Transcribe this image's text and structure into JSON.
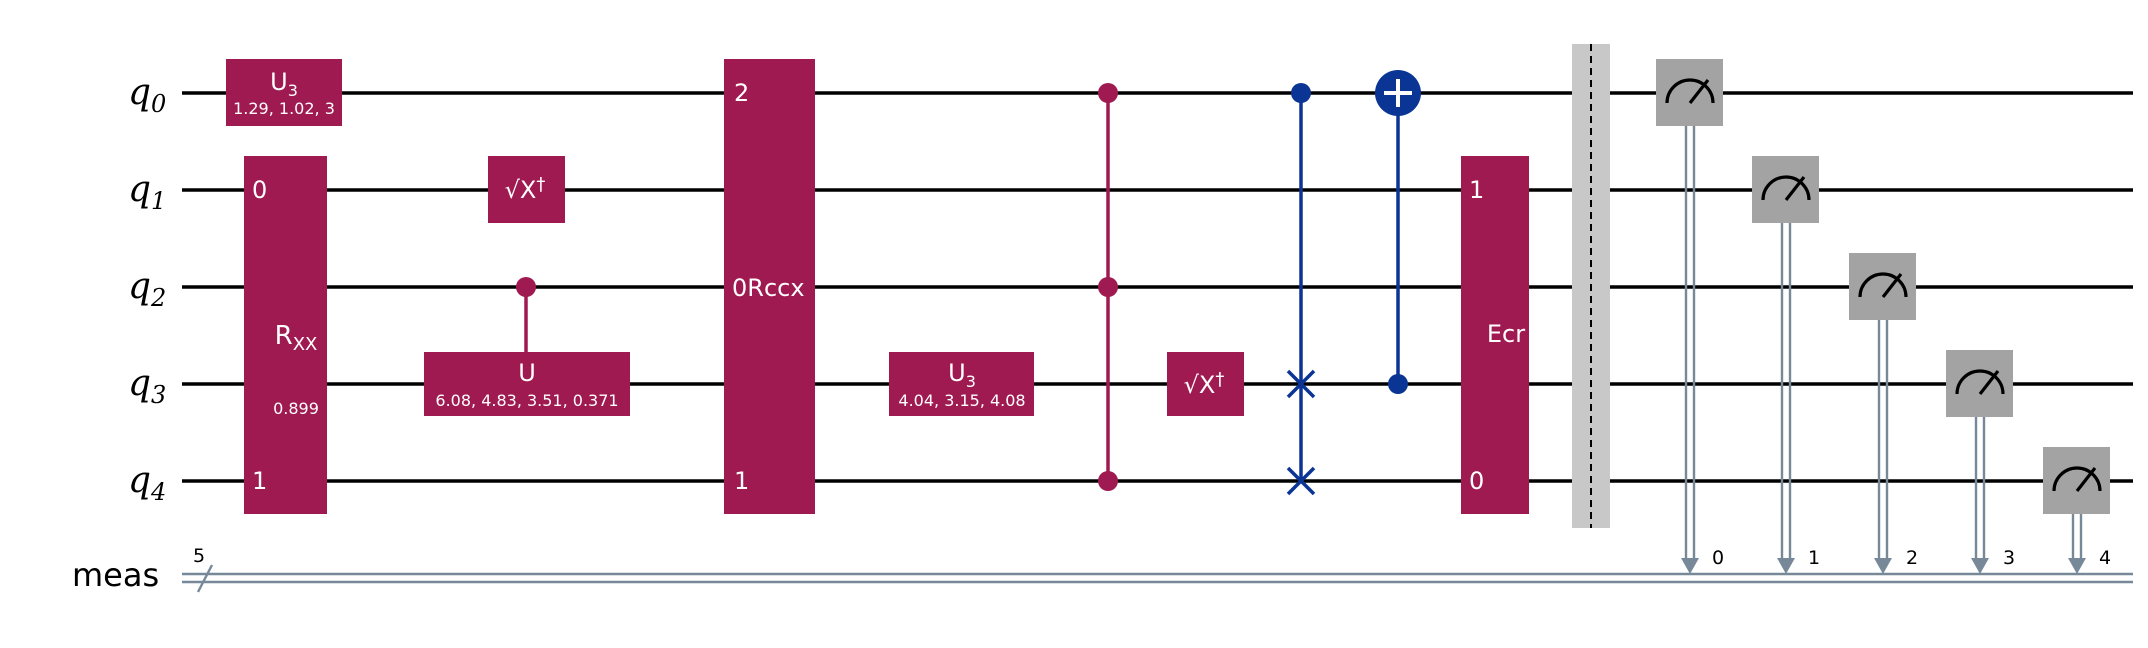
{
  "qubits": [
    {
      "name": "q",
      "index": "0"
    },
    {
      "name": "q",
      "index": "1"
    },
    {
      "name": "q",
      "index": "2"
    },
    {
      "name": "q",
      "index": "3"
    },
    {
      "name": "q",
      "index": "4"
    }
  ],
  "classical_register": {
    "name": "meas",
    "size": "5",
    "bits": [
      "0",
      "1",
      "2",
      "3",
      "4"
    ]
  },
  "colors": {
    "gate": "#a01a52",
    "swap_cnot": "#0b3595",
    "measure": "#a3a3a3",
    "barrier": "#c8c8c8",
    "classical": "#778899"
  },
  "gates": {
    "u3_q0": {
      "label": "U",
      "sub": "3",
      "params": "1.29, 1.02, 3"
    },
    "rxx": {
      "label": "R",
      "sub": "XX",
      "param": "0.899",
      "top_index": "0",
      "bottom_index": "1"
    },
    "sxdg_q1": {
      "label": "√X",
      "dagger": "†"
    },
    "cu": {
      "label": "U",
      "params": "6.08, 4.83, 3.51, 0.371"
    },
    "rccx": {
      "label": "Rccx",
      "top_index": "2",
      "mid_index": "0",
      "bottom_index": "1"
    },
    "u3_q3": {
      "label": "U",
      "sub": "3",
      "params": "4.04, 3.15, 4.08"
    },
    "sxdg_q3": {
      "label": "√X",
      "dagger": "†"
    },
    "ecr": {
      "label": "Ecr",
      "top_index": "1",
      "bottom_index": "0"
    }
  },
  "icons": {
    "measure": "meter-icon",
    "cnot_target": "plus-circle-icon",
    "swap": "x-cross-icon"
  }
}
